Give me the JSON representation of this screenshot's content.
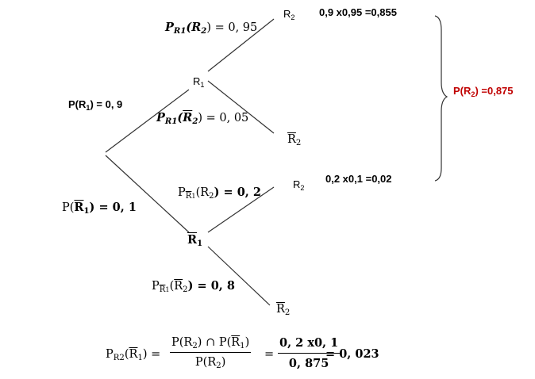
{
  "tree": {
    "p_r1_label": "P(R",
    "p_r1_sub": "1",
    "p_r1_value": ") = 0, 9",
    "p_r1bar_prefix": "P(",
    "p_r1bar_event": "R",
    "p_r1bar_sub": "1",
    "p_r1bar_value": ") = 0, 1",
    "node_r1": "R",
    "node_r1_sub": "1",
    "node_r1bar": "R",
    "node_r1bar_sub": "1",
    "p_r1_r2_label": "P",
    "p_r1_r2_sub": "R1",
    "p_r1_r2_value": "(R",
    "p_r1_r2_value_sub": "2",
    "p_r1_r2_value_end": ") = 0, 95",
    "p_r1_r2bar_label": "P",
    "p_r1_r2bar_sub": "R1",
    "p_r1_r2bar_value": "(",
    "p_r1_r2bar_event": "R",
    "p_r1_r2bar_event_sub": "2",
    "p_r1_r2bar_value_end": ") = 0, 05",
    "p_r1bar_r2_label": "P",
    "p_r1bar_r2_sub": "R",
    "p_r1bar_r2_sub_sub": "1",
    "p_r1bar_r2_value": "(R",
    "p_r1bar_r2_value_sub": "2",
    "p_r1bar_r2_value_end": ") = 0, 2",
    "p_r1bar_r2bar_label": "P",
    "p_r1bar_r2bar_sub": "R",
    "p_r1bar_r2bar_sub_sub": "1",
    "p_r1bar_r2bar_value": "(",
    "p_r1bar_r2bar_event": "R",
    "p_r1bar_r2bar_event_sub": "2",
    "p_r1bar_r2bar_value_end": ") = 0, 8",
    "leaf_r2_top": "R",
    "leaf_r2_top_sub": "2",
    "leaf_r2bar_top": "R",
    "leaf_r2bar_top_sub": "2",
    "leaf_r2_bottom": "R",
    "leaf_r2_bottom_sub": "2",
    "leaf_r2bar_bottom": "R",
    "leaf_r2bar_bottom_sub": "2"
  },
  "products": {
    "top": "0,9 x0,95 =0,855",
    "bottom": "0,2 x0,1 =0,02"
  },
  "total": {
    "label": "P(R",
    "sub": "2",
    "value": ") =0,875",
    "color": "#c00000"
  },
  "bayes": {
    "lhs_p": "P",
    "lhs_sub": "R2",
    "lhs_paren_open": "(",
    "lhs_event": "R",
    "lhs_event_sub": "1",
    "lhs_paren_close": ") =",
    "num_a": "P(R",
    "num_a_sub": "2",
    "num_mid": ") ∩ P(",
    "num_event": "R",
    "num_event_sub": "1",
    "num_end": ")",
    "den": "P(R",
    "den_sub": "2",
    "den_end": ")",
    "eq1": "=",
    "num2": "0, 2 x0, 1",
    "den2": "0, 875",
    "eq2": "= 0, 023"
  }
}
